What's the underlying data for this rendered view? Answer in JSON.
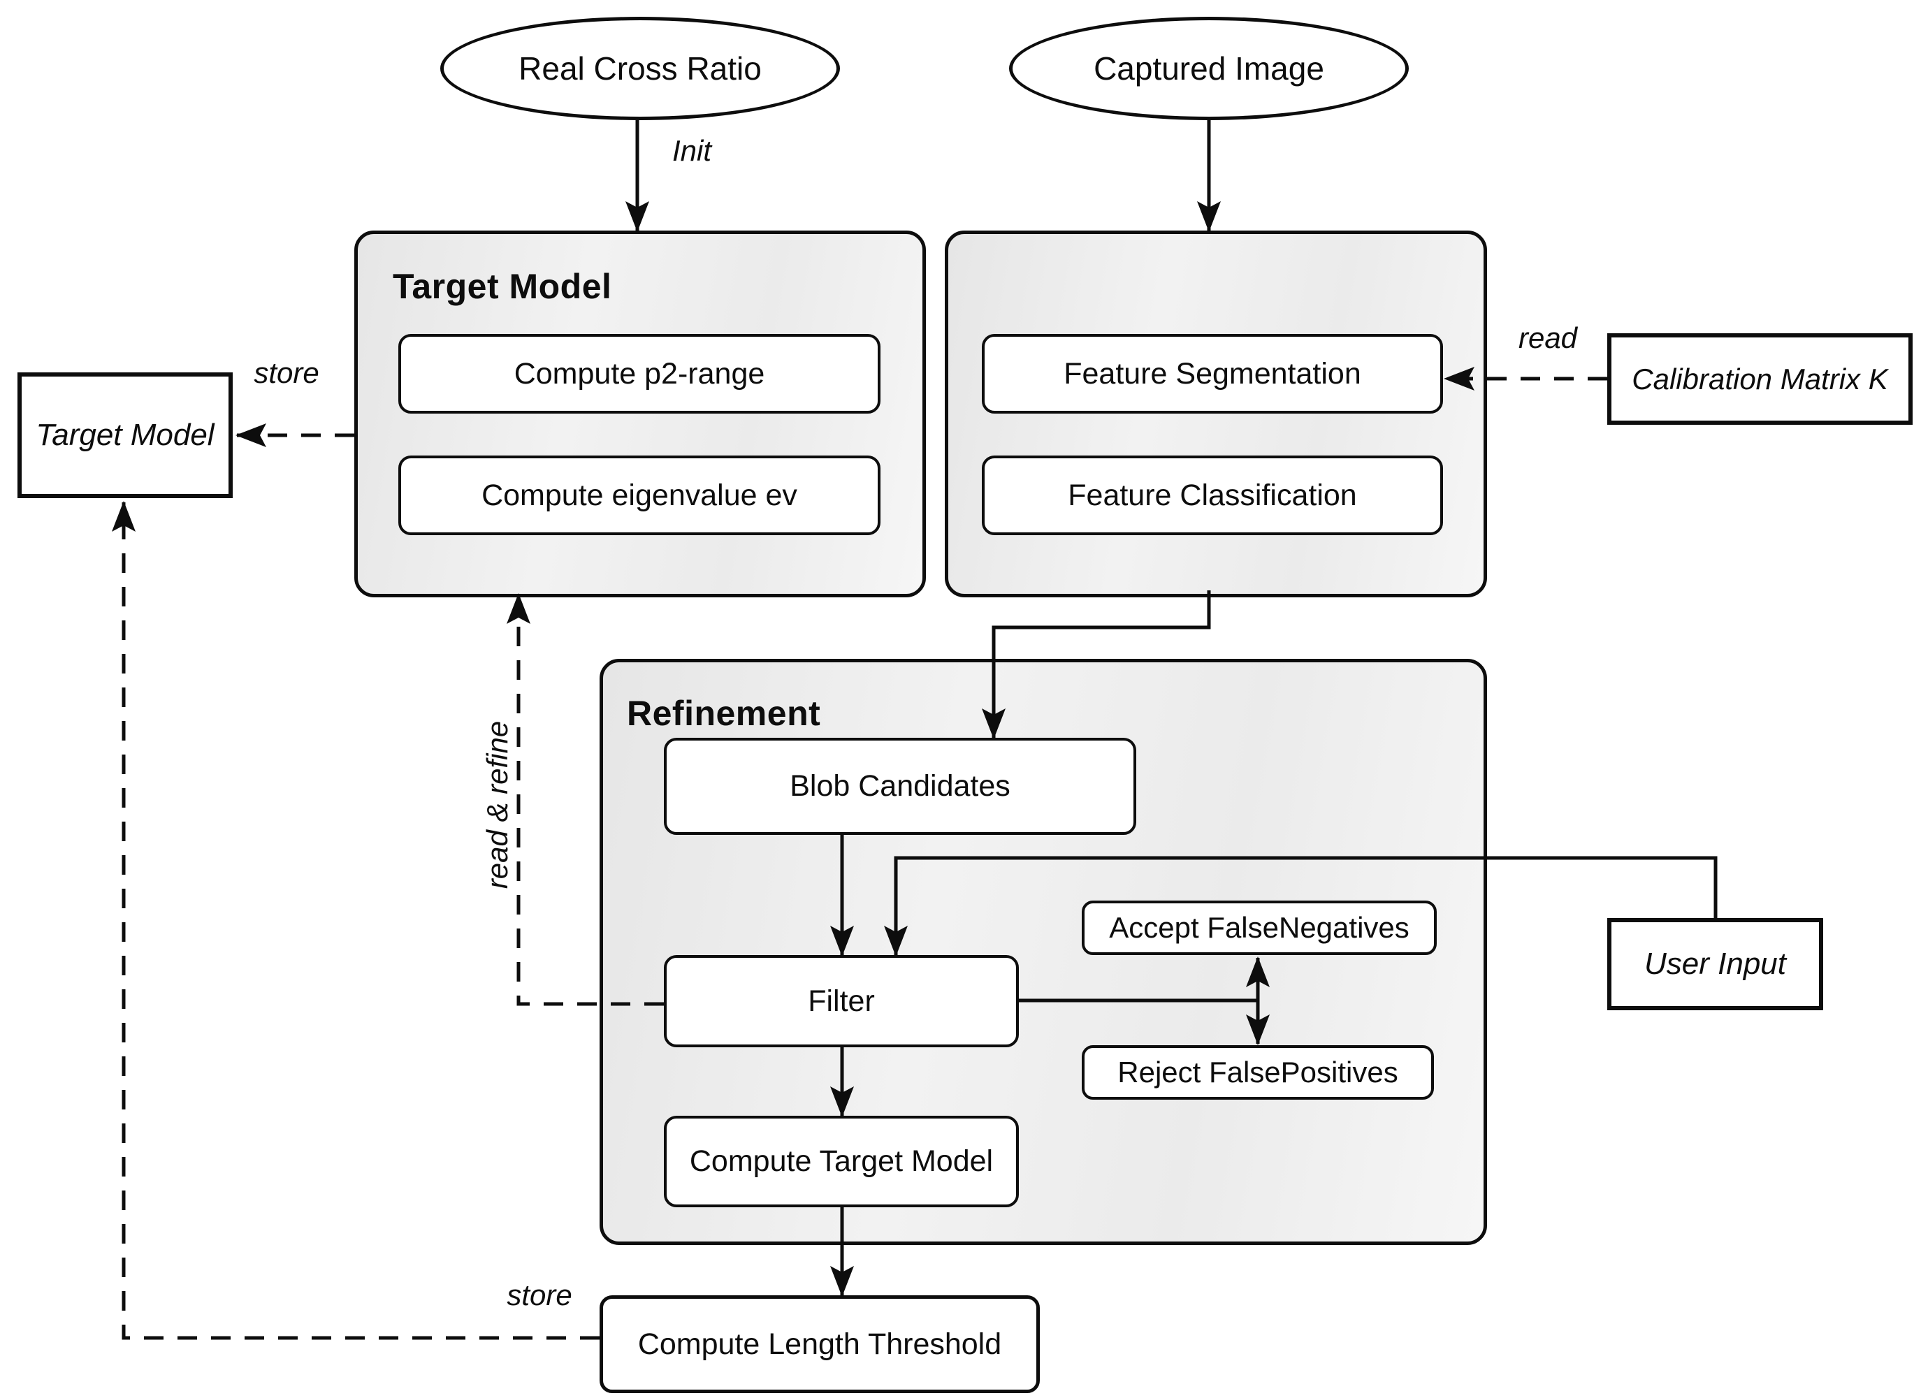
{
  "colors": {
    "stroke": "#0d0d0d",
    "container_fill_light": "#f6f6f6",
    "container_fill_dark": "#e6e6e6",
    "node_fill": "#ffffff",
    "background": "#ffffff"
  },
  "ellipses": {
    "real_cross_ratio": "Real Cross Ratio",
    "captured_image": "Captured Image"
  },
  "containers": {
    "target_model": {
      "title": "Target Model",
      "boxes": {
        "compute_p2_range": "Compute p2-range",
        "compute_eigenvalue": "Compute eigenvalue ev"
      }
    },
    "feature": {
      "boxes": {
        "feature_segmentation": "Feature Segmentation",
        "feature_classification": "Feature Classification"
      }
    },
    "refinement": {
      "title": "Refinement",
      "boxes": {
        "blob_candidates": "Blob Candidates",
        "filter": "Filter",
        "accept_false_negatives": "Accept FalseNegatives",
        "reject_false_positives": "Reject FalsePositives",
        "compute_target_model": "Compute Target Model"
      }
    }
  },
  "external_boxes": {
    "target_model_store": "Target Model",
    "calibration_matrix": "Calibration Matrix K",
    "user_input": "User Input",
    "compute_length_threshold": "Compute Length Threshold"
  },
  "edges": {
    "init": "Init",
    "store_model": "store",
    "read": "read",
    "read_refine": "read & refine",
    "store_threshold": "store"
  }
}
